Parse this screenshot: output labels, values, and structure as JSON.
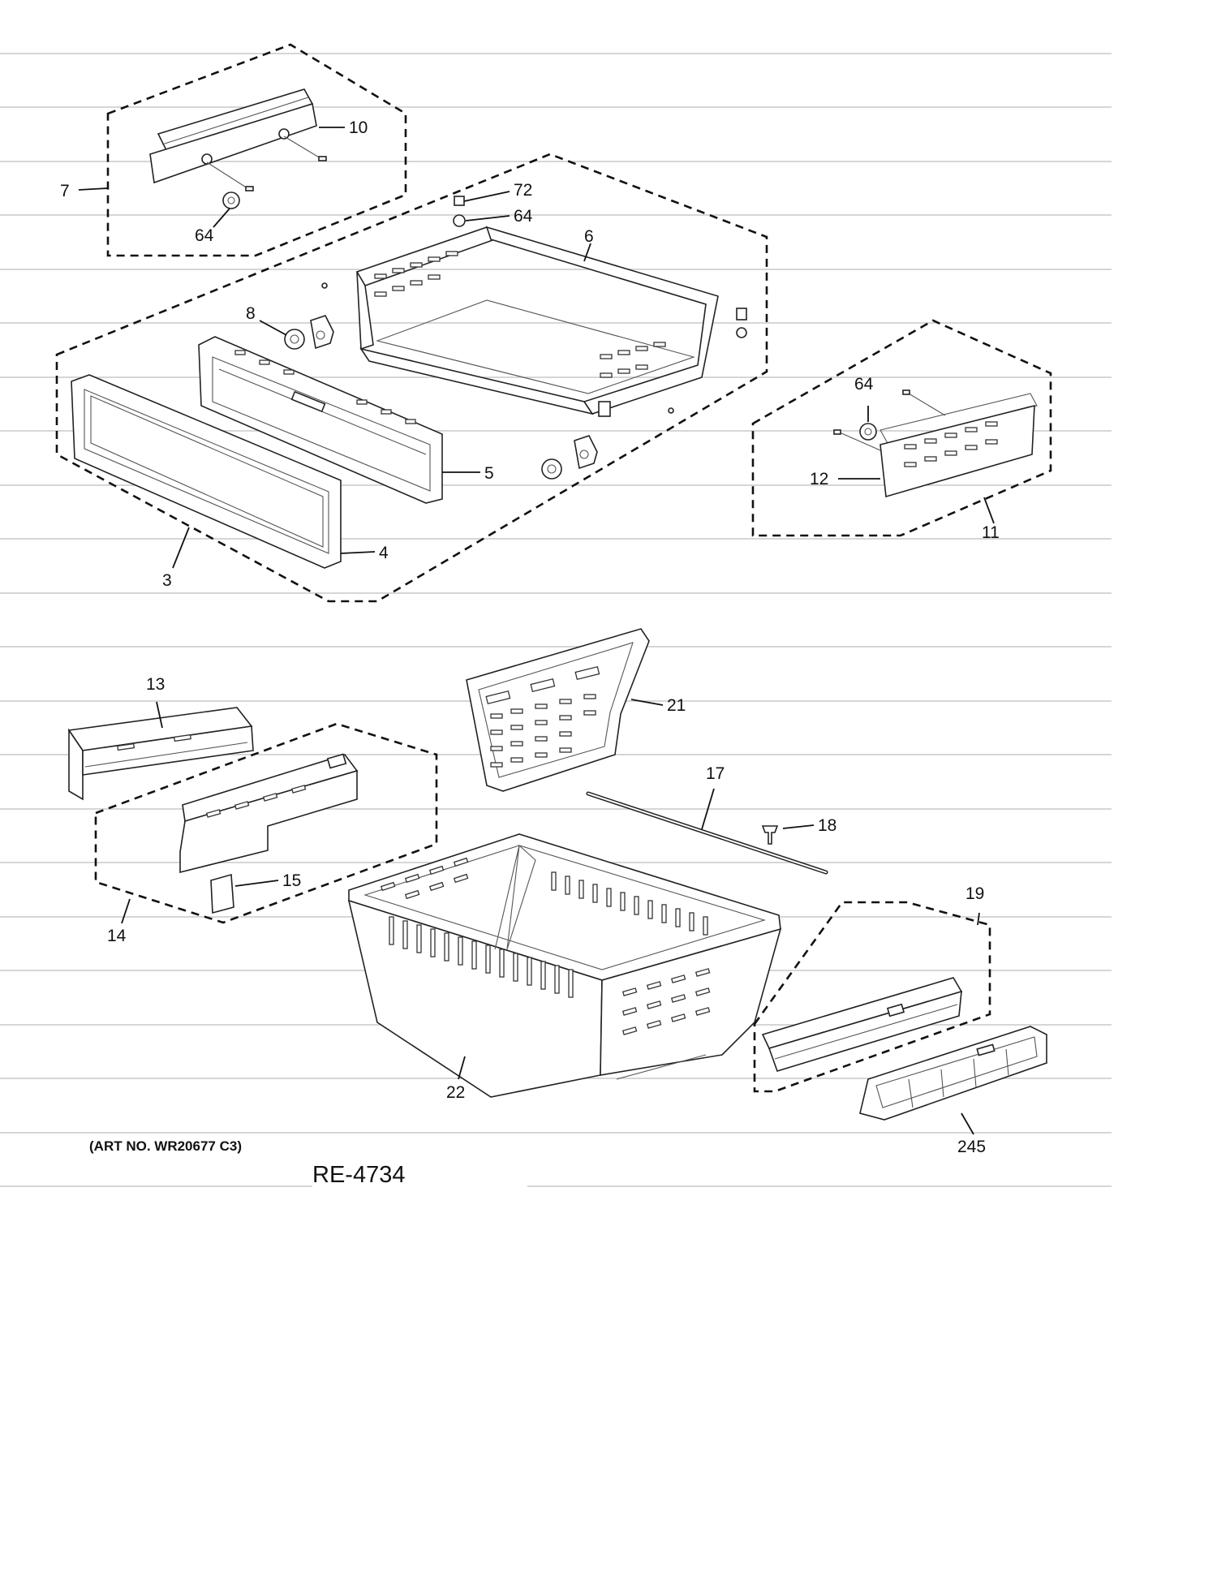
{
  "callouts": {
    "c10": "10",
    "c7": "7",
    "c64a": "64",
    "c72": "72",
    "c64b": "64",
    "c6": "6",
    "c8": "8",
    "c5": "5",
    "c4": "4",
    "c3": "3",
    "c64c": "64",
    "c12": "12",
    "c11": "11",
    "c13": "13",
    "c21": "21",
    "c17": "17",
    "c18": "18",
    "c15": "15",
    "c14": "14",
    "c19": "19",
    "c22": "22",
    "c245": "245"
  },
  "footer": {
    "art_number": "(ART NO. WR20677 C3)",
    "reference_code": "RE-4734"
  }
}
